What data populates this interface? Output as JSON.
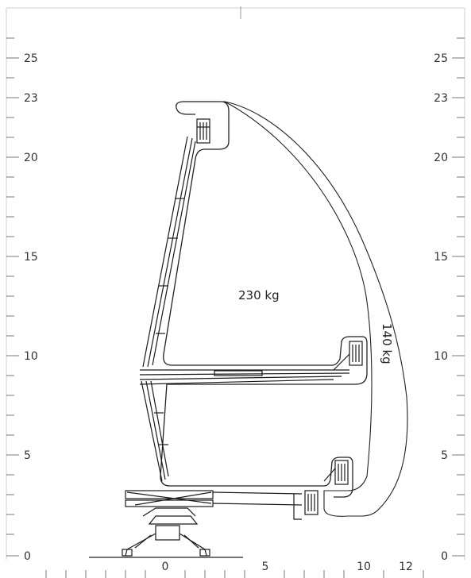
{
  "y_ticks_left": [
    "25",
    "23",
    "20",
    "15",
    "10",
    "5",
    "0"
  ],
  "y_ticks_right": [
    "25",
    "23",
    "20",
    "15",
    "10",
    "5",
    "0"
  ],
  "x_ticks": [
    "0",
    "5",
    "10",
    "12"
  ],
  "capacities": {
    "inner": "230 kg",
    "outer": "140 kg"
  }
}
